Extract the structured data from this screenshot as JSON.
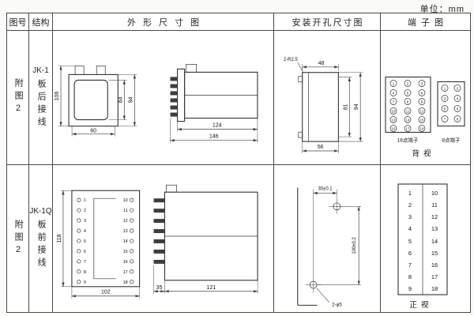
{
  "unit_label": "单位：mm",
  "header": {
    "fig_col": "图号",
    "struct_col": "结构",
    "outline_col": "外形尺寸图",
    "mounting_col": "安装开孔尺寸图",
    "terminal_col": "端子图"
  },
  "row1": {
    "fig_no": "附图2",
    "model": "JK-1",
    "wiring": "板后接线",
    "outline": {
      "h_total": "106",
      "h_inner": "84",
      "h_outer": "94",
      "w_base": "60",
      "l_body": "124",
      "l_total": "146"
    },
    "mounting": {
      "corner_radius": "2-R2.5",
      "w_top": "48",
      "h_inner": "81",
      "h_outer": "94",
      "w_bottom": "56"
    },
    "terminal": {
      "grid18": [
        "1",
        "2",
        "3",
        "4",
        "5",
        "6",
        "7",
        "8",
        "9",
        "10",
        "11",
        "12",
        "13",
        "14",
        "15",
        "16",
        "17",
        "18"
      ],
      "grid8": [
        "1",
        "2",
        "3",
        "4",
        "5",
        "6",
        "7",
        "8"
      ],
      "label18": "18点端子",
      "label8": "8点端子",
      "view": "背视"
    }
  },
  "row2": {
    "fig_no": "附图2",
    "model": "JK-1Q",
    "wiring": "板前接线",
    "outline": {
      "left_terms": [
        "1",
        "2",
        "3",
        "4",
        "5",
        "6",
        "7",
        "8",
        "9"
      ],
      "right_terms": [
        "10",
        "11",
        "12",
        "13",
        "14",
        "15",
        "16",
        "17",
        "18"
      ],
      "h_total": "118",
      "w_total": "102",
      "d_front": "35",
      "d_body": "121"
    },
    "mounting": {
      "hole_h_spacing": "30±0.1",
      "hole_v_spacing": "100±0.2",
      "hole_label": "2-φ5"
    },
    "terminal": {
      "left_nums": [
        "1",
        "2",
        "3",
        "4",
        "5",
        "6",
        "7",
        "8",
        "9"
      ],
      "right_nums": [
        "10",
        "11",
        "12",
        "13",
        "14",
        "15",
        "16",
        "17",
        "18"
      ],
      "view": "正视"
    }
  }
}
